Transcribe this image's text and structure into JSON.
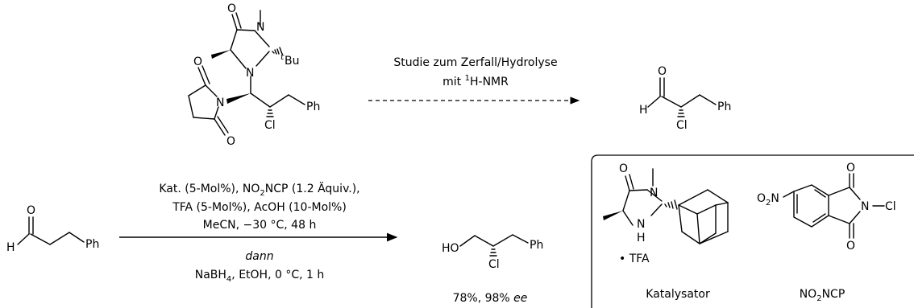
{
  "top_reaction": {
    "substrate_labels": {
      "o": "O",
      "n_methyl": "N",
      "n_ring": "N",
      "tbu_t": "t",
      "tbu_bu": "Bu",
      "succ_n": "N",
      "succ_o_top": "O",
      "succ_o_bottom": "O",
      "cl": "Cl",
      "ph": "Ph"
    },
    "condition_line1": "Studie zum Zerfall/Hydrolyse",
    "condition_line2_pre": "mit ",
    "condition_line2_sup": "1",
    "condition_line2_post": "H-NMR",
    "product_labels": {
      "h": "H",
      "o": "O",
      "cl": "Cl",
      "ph": "Ph"
    }
  },
  "bottom_reaction": {
    "reactant_labels": {
      "h": "H",
      "o": "O",
      "ph": "Ph"
    },
    "cond1_a": "Kat. (5-Mol%), NO",
    "cond1_sub": "2",
    "cond1_b": "NCP (1.2 Äquiv.),",
    "cond2": "TFA (5-Mol%), AcOH (10-Mol%)",
    "cond3": "MeCN, −30 °C, 48 h",
    "cond4": "dann",
    "cond5_a": "NaBH",
    "cond5_sub": "4",
    "cond5_b": ", EtOH, 0 °C, 1 h",
    "product_labels": {
      "ho": "HO",
      "cl": "Cl",
      "ph": "Ph"
    },
    "yield_prefix": "78%, 98% ",
    "yield_ee": "ee"
  },
  "legend_box": {
    "catalyst_labels": {
      "o": "O",
      "n_top": "N",
      "n_bottom": "N",
      "h": "H",
      "tfa": "• TFA"
    },
    "catalyst_name": "Katalysator",
    "reagent_labels": {
      "o2n_o": "O",
      "o2n_sub": "2",
      "o2n_n": "N",
      "n": "N",
      "cl": "Cl",
      "o_top": "O",
      "o_bottom": "O"
    },
    "reagent_name_a": "NO",
    "reagent_name_sub": "2",
    "reagent_name_b": "NCP"
  }
}
